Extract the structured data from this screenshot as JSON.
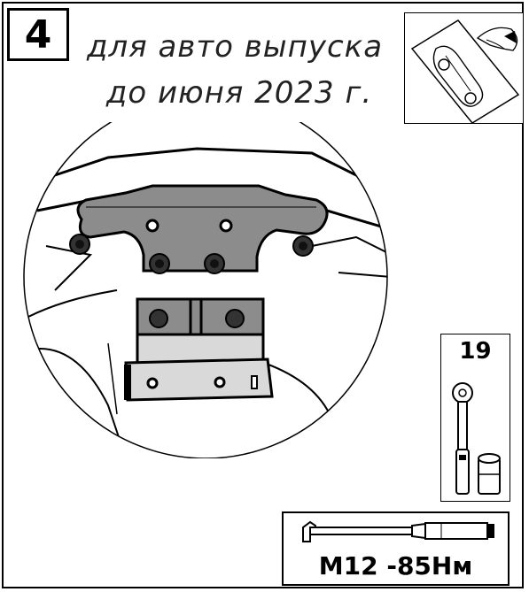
{
  "step": {
    "number": "4"
  },
  "note": {
    "line1": "для авто выпуска",
    "line2": "до июня 2023 г."
  },
  "tool": {
    "size": "19"
  },
  "torque": {
    "spec": "M12 -85Нм"
  }
}
